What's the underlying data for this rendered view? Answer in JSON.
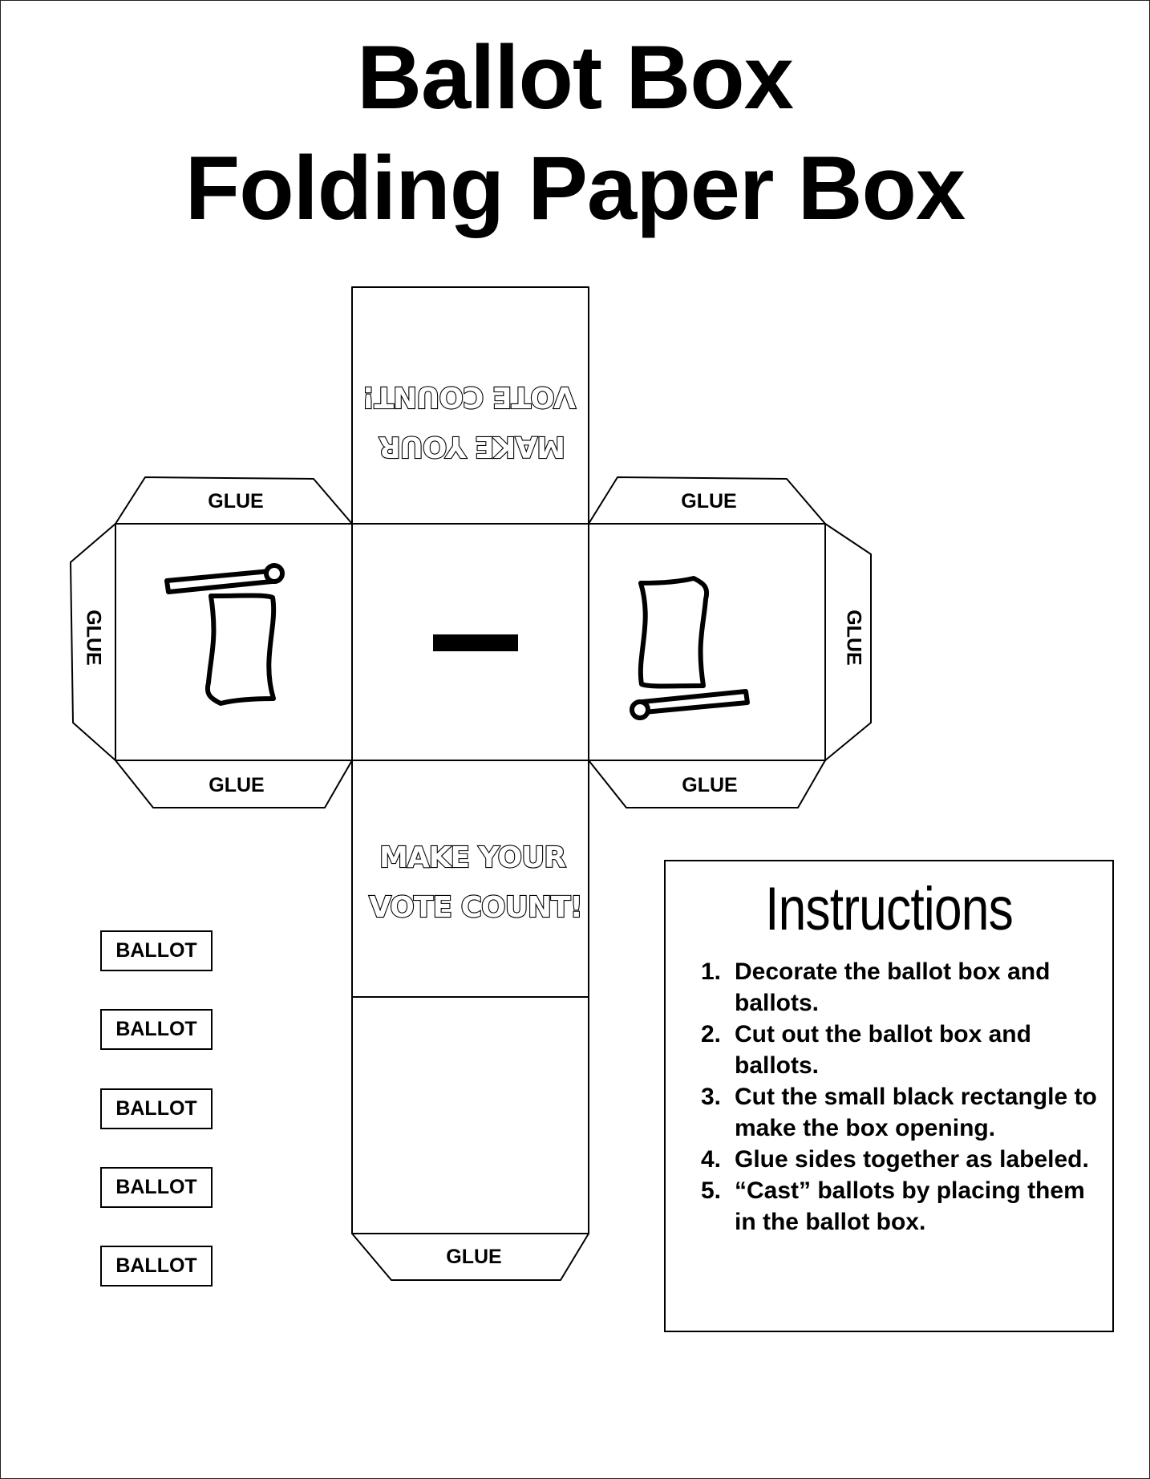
{
  "title": {
    "line1": "Ballot Box",
    "line2": "Folding Paper Box"
  },
  "net": {
    "glue_label": "GLUE",
    "slogan_line1": "MAKE YOUR",
    "slogan_line2": "VOTE COUNT!"
  },
  "ballots": [
    "BALLOT",
    "BALLOT",
    "BALLOT",
    "BALLOT",
    "BALLOT"
  ],
  "instructions": {
    "heading": "Instructions",
    "steps": [
      {
        "num": "1.",
        "text": "Decorate the ballot box and ballots."
      },
      {
        "num": "2.",
        "text": "Cut out the ballot box and ballots."
      },
      {
        "num": "3.",
        "text": "Cut the small black rectangle to make the box opening."
      },
      {
        "num": "4.",
        "text": "Glue sides together as labeled."
      },
      {
        "num": "5.",
        "text": "“Cast” ballots by placing them in the ballot box."
      }
    ]
  },
  "icons": [
    "flag-icon",
    "slot-opening"
  ]
}
